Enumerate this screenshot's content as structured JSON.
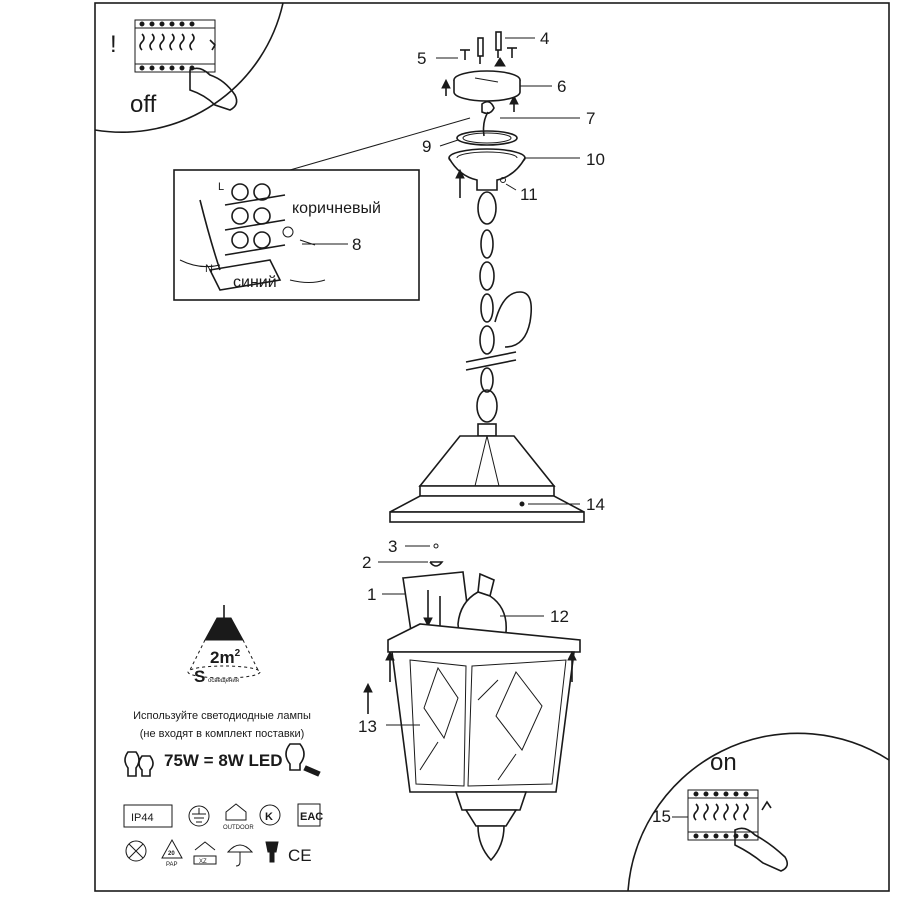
{
  "callouts": {
    "c1": "1",
    "c2": "2",
    "c3": "3",
    "c4": "4",
    "c5": "5",
    "c6": "6",
    "c7": "7",
    "c8": "8",
    "c9": "9",
    "c10": "10",
    "c11": "11",
    "c12": "12",
    "c13": "13",
    "c14": "14",
    "c15": "15"
  },
  "switch_off": {
    "label": "off",
    "warning": "!"
  },
  "switch_on": {
    "label": "on"
  },
  "wiring": {
    "brown_label": "коричневый",
    "blue_label": "синий",
    "live_mark": "L",
    "neutral_mark": "N"
  },
  "coverage": {
    "area_value": "2m",
    "area_sup": "2",
    "s_symbol": "S",
    "s_caption": "освещения"
  },
  "led_note": {
    "line1": "Используйте светодиодные лампы",
    "line2": "(не входят в комплект поставки)",
    "equivalence": "75W = 8W LED"
  },
  "certs": {
    "ip_rating": "IP44",
    "outdoor": "OUTDOOR",
    "eac": "EAC",
    "ce": "CE",
    "recycle_code": "20",
    "recycle_material": "PAP",
    "ks_mark": "K",
    "xz": "XZ"
  },
  "colors": {
    "line": "#1a1a1a",
    "background": "#ffffff"
  }
}
